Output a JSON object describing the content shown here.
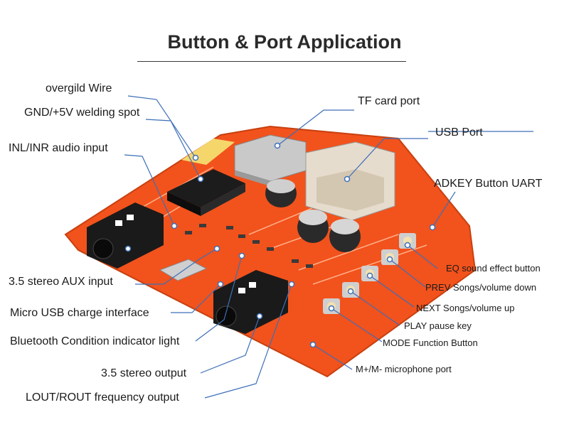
{
  "title": "Button & Port Application",
  "labels": {
    "overgild_wire": "overgild Wire",
    "gnd_5v": "GND/+5V welding spot",
    "inl_inr": "INL/INR audio input",
    "aux_input": "3.5 stereo AUX input",
    "micro_usb": "Micro USB charge interface",
    "bt_indicator": "Bluetooth Condition indicator light",
    "stereo_output": "3.5 stereo output",
    "lout_rout": "LOUT/ROUT frequency output",
    "tf_card": "TF card port",
    "usb_port": "USB Port",
    "adkey": "ADKEY Button UART",
    "eq_button": "EQ sound effect button",
    "prev_button": "PREV Songs/volume down",
    "next_button": "NEXT Songs/volume up",
    "play_key": "PLAY pause key",
    "mode_button": "MODE Function Button",
    "mic_port": "M+/M- microphone port"
  },
  "colors": {
    "board": "#f2521c",
    "leader": "#3d6fb8",
    "dot": "#ffffff"
  }
}
